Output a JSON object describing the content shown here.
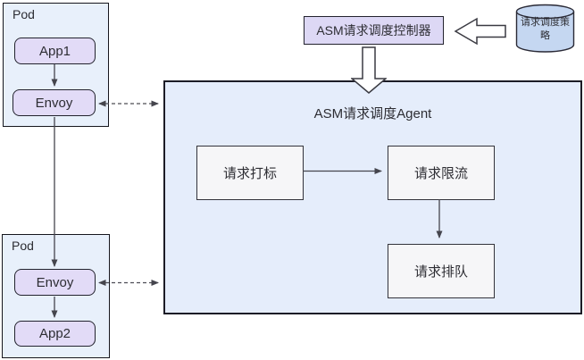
{
  "pod1": {
    "label": "Pod",
    "app": "App1",
    "envoy": "Envoy"
  },
  "pod2": {
    "label": "Pod",
    "envoy": "Envoy",
    "app": "App2"
  },
  "controller": {
    "label": "ASM请求调度控制器"
  },
  "policy_store": {
    "label": "请求调度策略"
  },
  "agent": {
    "title": "ASM请求调度Agent",
    "steps": {
      "tag": "请求打标",
      "limit": "请求限流",
      "queue": "请求排队"
    }
  },
  "colors": {
    "pod_fill": "#e8f0fb",
    "node_fill": "#e2dbf7",
    "controller_fill": "#ddd8f5",
    "agent_fill": "#e5edfb",
    "step_fill": "#f6f6f8",
    "cylinder_fill": "#c5d7f1",
    "border_dark": "#1c1c26",
    "arrow_color": "#45454d"
  }
}
